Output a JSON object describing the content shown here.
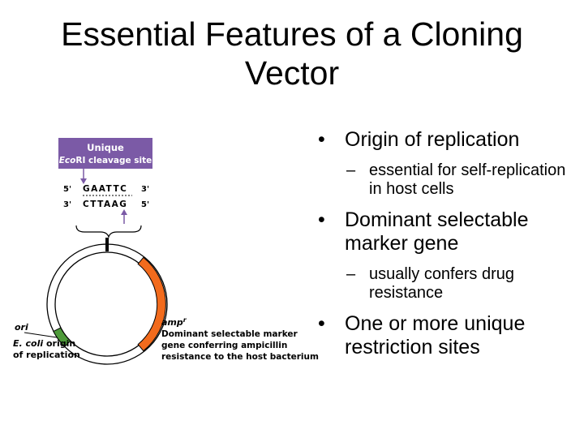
{
  "slide": {
    "title_line1": "Essential Features of a Cloning",
    "title_line2": "Vector"
  },
  "bullets": [
    {
      "text": "Origin of replication",
      "sub": [
        "essential for self-replication in host cells"
      ]
    },
    {
      "text": "Dominant selectable marker gene",
      "sub": [
        "usually confers drug resistance"
      ]
    },
    {
      "text": "One or more unique restriction sites",
      "sub": []
    }
  ],
  "diagram": {
    "box_title": "Unique",
    "box_subtitle_italic": "Eco",
    "box_subtitle_rest": "RI cleavage site",
    "top_strand_5": "5'",
    "top_strand_seq": "GAATTC",
    "top_strand_3": "3'",
    "bottom_strand_3": "3'",
    "bottom_strand_seq": "CTTAAG",
    "bottom_strand_5": "5'",
    "ori_label": "ori",
    "ori_desc_italic": "E. coli",
    "ori_desc_rest": " origin",
    "ori_desc_line2": "of replication",
    "amp_label": "amp",
    "amp_label_sup": "r",
    "amp_desc_line1": "Dominant selectable marker",
    "amp_desc_line2": "gene conferring ampicillin",
    "amp_desc_line3": "resistance to the host bacterium",
    "colors": {
      "box": "#7b5aa6",
      "amp": "#f26b1d",
      "ori": "#4e9a3a"
    }
  }
}
